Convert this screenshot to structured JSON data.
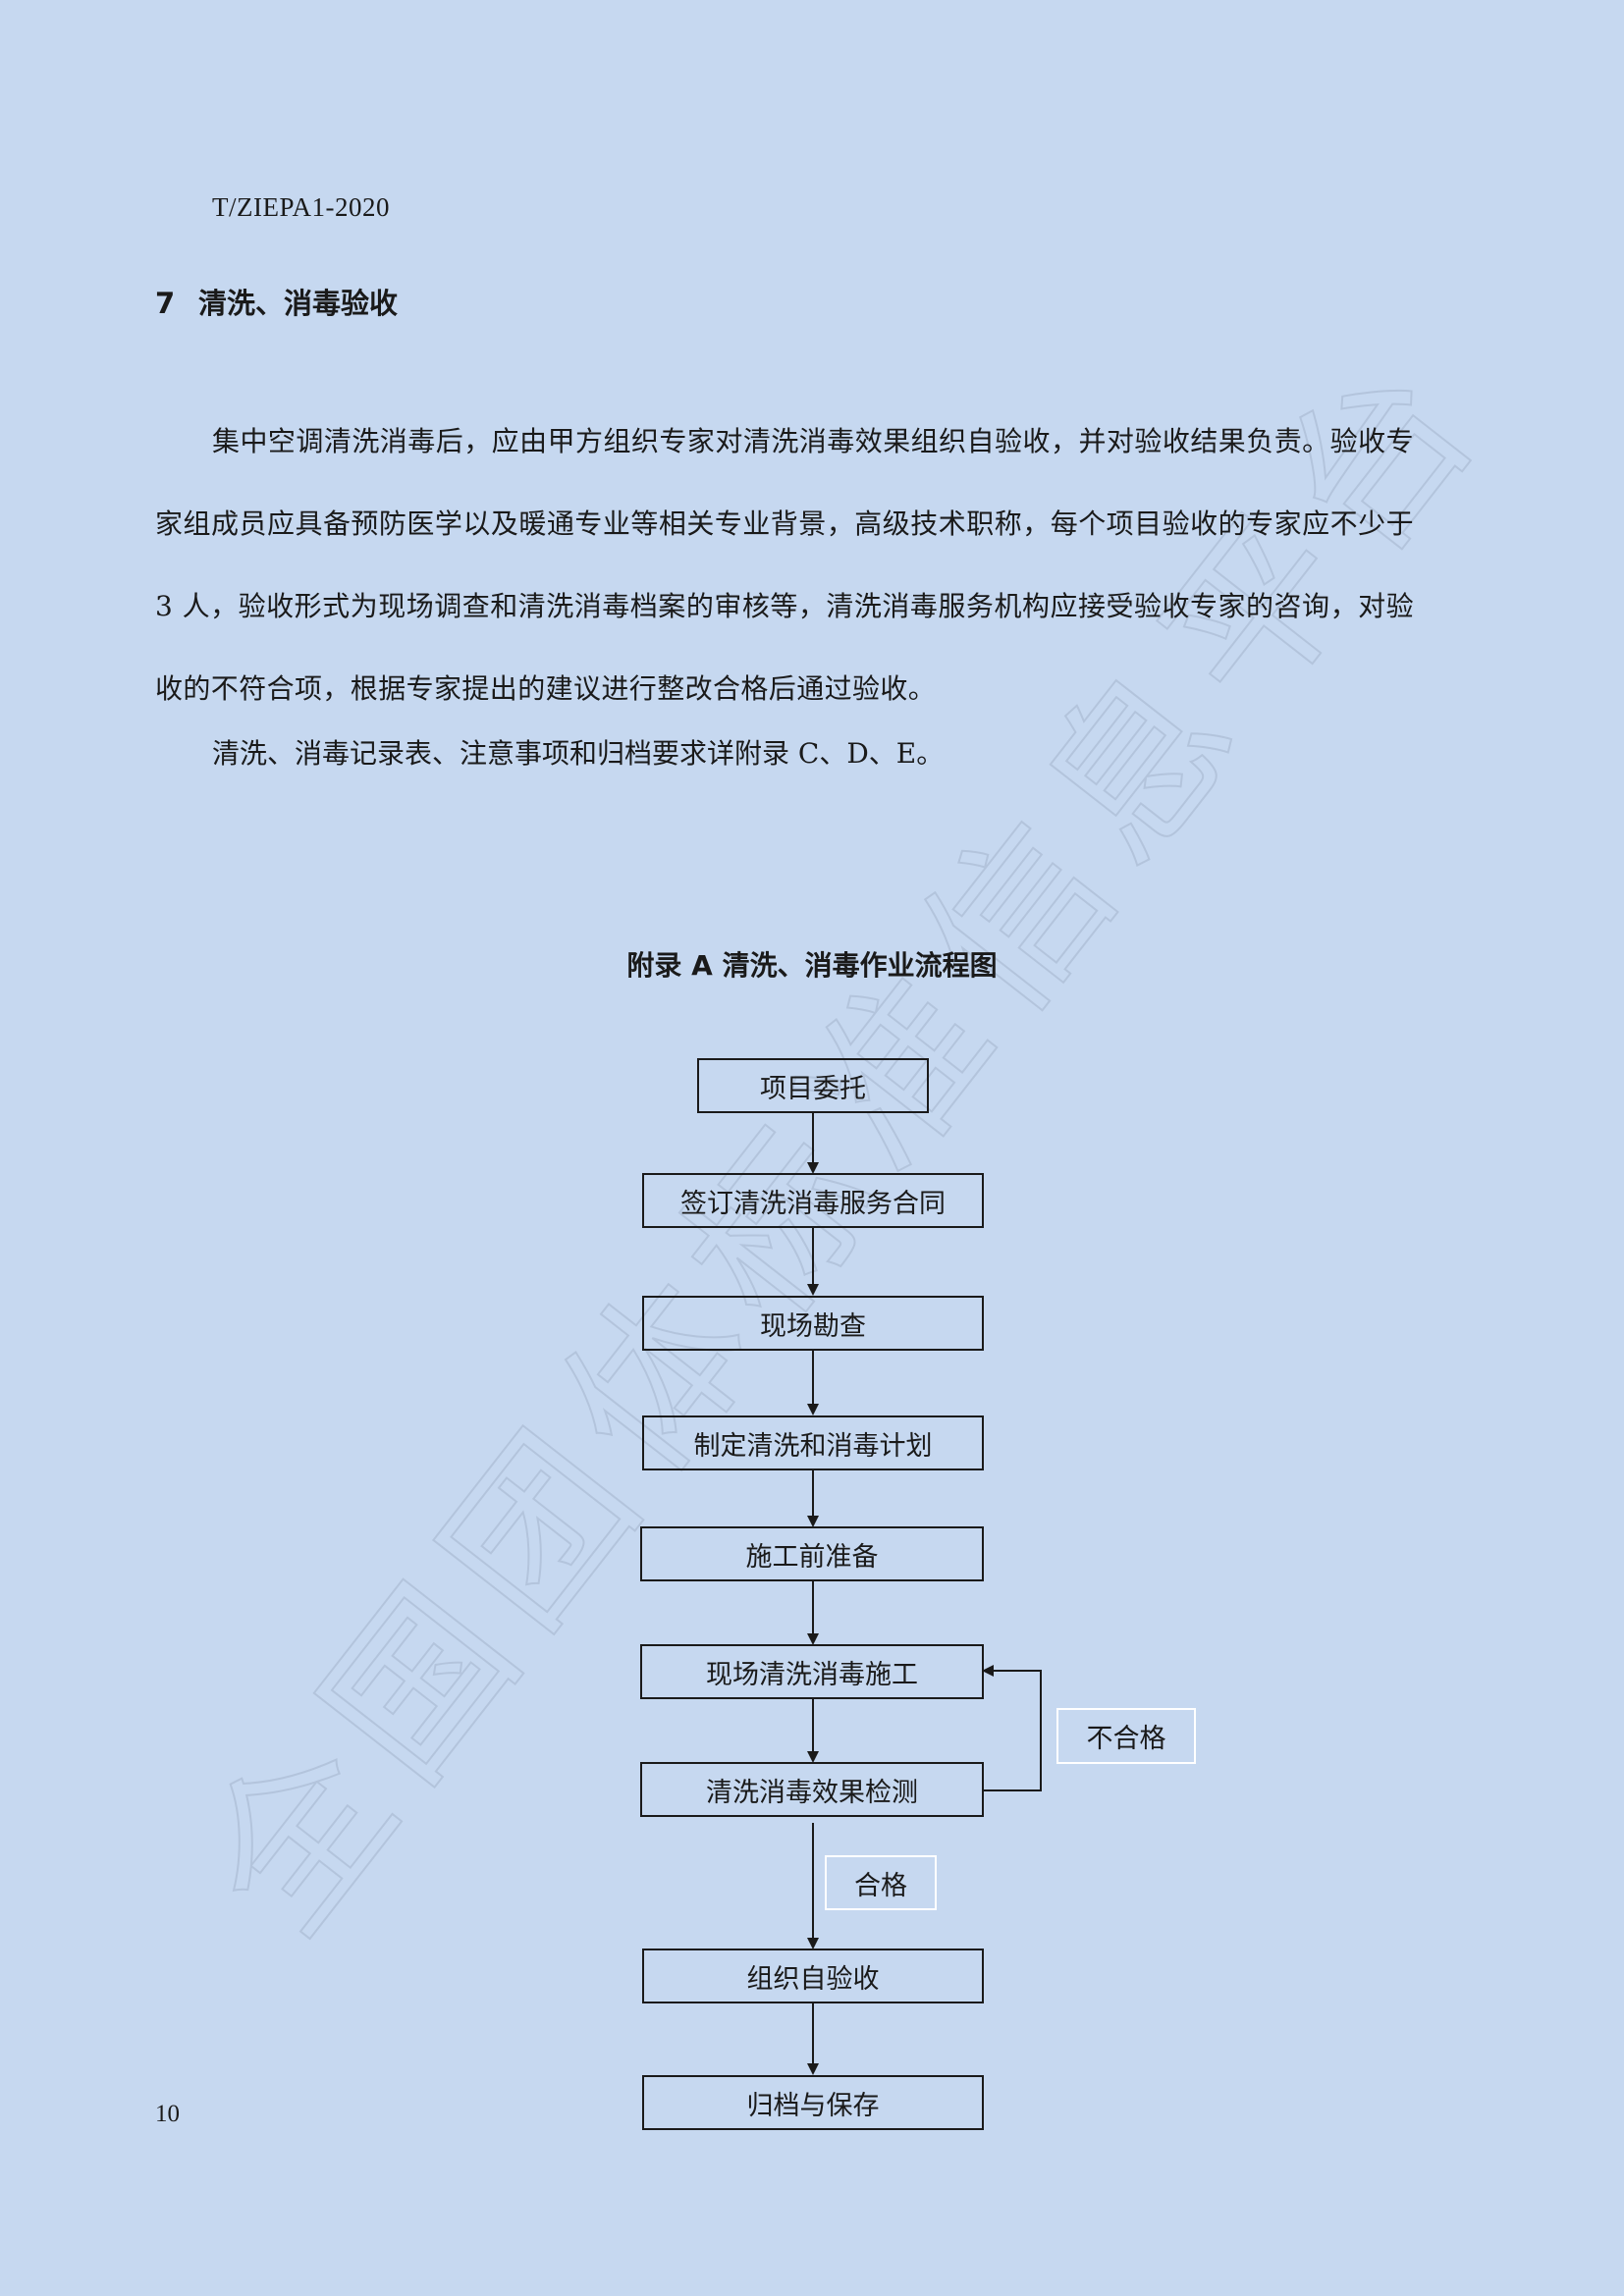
{
  "header": {
    "doc_code": "T/ZIEPA1-2020"
  },
  "section": {
    "number": "7",
    "title": "清洗、消毒验收"
  },
  "paragraphs": [
    "集中空调清洗消毒后，应由甲方组织专家对清洗消毒效果组织自验收，并对验收结果负责。验收专家组成员应具备预防医学以及暖通专业等相关专业背景，高级技术职称，每个项目验收的专家应不少于 3 人，验收形式为现场调查和清洗消毒档案的审核等，清洗消毒服务机构应接受验收专家的咨询，对验收的不符合项，根据专家提出的建议进行整改合格后通过验收。",
    "清洗、消毒记录表、注意事项和归档要求详附录 C、D、E。"
  ],
  "appendix": {
    "title": "附录 A  清洗、消毒作业流程图"
  },
  "flowchart": {
    "steps": [
      "项目委托",
      "签订清洗消毒服务合同",
      "现场勘查",
      "制定清洗和消毒计划",
      "施工前准备",
      "现场清洗消毒施工",
      "清洗消毒效果检测",
      "组织自验收",
      "归档与保存"
    ],
    "fail_label": "不合格",
    "pass_label": "合格"
  },
  "watermark": "全国团体标准信息平台",
  "footer": {
    "page_number": "10"
  }
}
